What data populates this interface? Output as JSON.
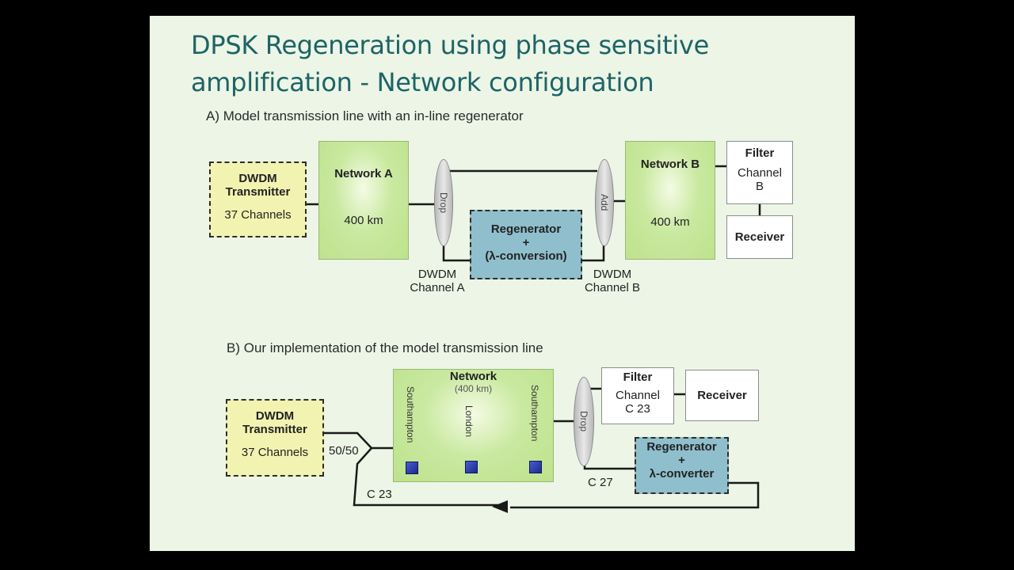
{
  "slide": {
    "title_line1": "DPSK Regeneration using phase sensitive",
    "title_line2": "amplification - Network configuration"
  },
  "section_a": {
    "heading": "A) Model transmission line with an in-line regenerator",
    "transmitter": {
      "line1": "DWDM",
      "line2": "Transmitter",
      "line3": "37 Channels"
    },
    "network_a": {
      "name": "Network A",
      "distance": "400 km"
    },
    "drop_label": "Drop",
    "add_label": "Add",
    "regenerator": {
      "line1": "Regenerator",
      "line2": "+",
      "line3": "(λ-conversion)"
    },
    "channel_a": {
      "line1": "DWDM",
      "line2": "Channel A"
    },
    "channel_b": {
      "line1": "DWDM",
      "line2": "Channel B"
    },
    "network_b": {
      "name": "Network B",
      "distance": "400 km"
    },
    "filter": {
      "line1": "Filter",
      "line2": "Channel",
      "line3": "B"
    },
    "receiver": "Receiver"
  },
  "section_b": {
    "heading": "B) Our implementation of the model transmission line",
    "transmitter": {
      "line1": "DWDM",
      "line2": "Transmitter",
      "line3": "37 Channels"
    },
    "splitter_label": "50/50",
    "return_label": "C 23",
    "network": {
      "name": "Network",
      "distance": "(400 km)",
      "node1": "Southampton",
      "node2": "London",
      "node3": "Southampton"
    },
    "drop_label": "Drop",
    "filter": {
      "line1": "Filter",
      "line2": "Channel",
      "line3": "C 23"
    },
    "receiver": "Receiver",
    "regenerator": {
      "line1": "Regenerator",
      "line2": "+",
      "line3": "λ-converter"
    },
    "regen_channel": "C 27"
  }
}
